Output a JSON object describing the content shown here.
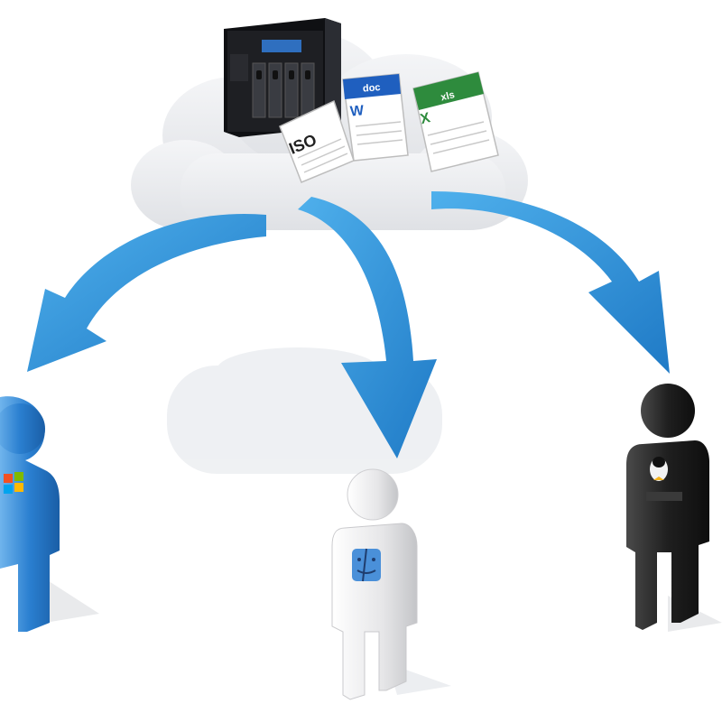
{
  "diagram": {
    "documents": [
      {
        "label": "ISO",
        "header_text": "",
        "color": "#222222"
      },
      {
        "label": "W",
        "header_text": "doc",
        "color": "#1f5fbf"
      },
      {
        "label": "X",
        "header_text": "xls",
        "color": "#2e8b3d"
      }
    ],
    "device": {
      "screen_text": ""
    },
    "colors": {
      "arrow": "#2a8fd8",
      "arrow_dark": "#1c6fb3",
      "cloud": "#e8eaee",
      "user_blue": "#2a7fd0",
      "user_white": "#e9e9ea",
      "user_black": "#222222",
      "device_body": "#1e1f23"
    },
    "users": [
      {
        "icon": "windows-user-icon"
      },
      {
        "icon": "mac-user-icon"
      },
      {
        "icon": "linux-user-icon"
      }
    ]
  }
}
